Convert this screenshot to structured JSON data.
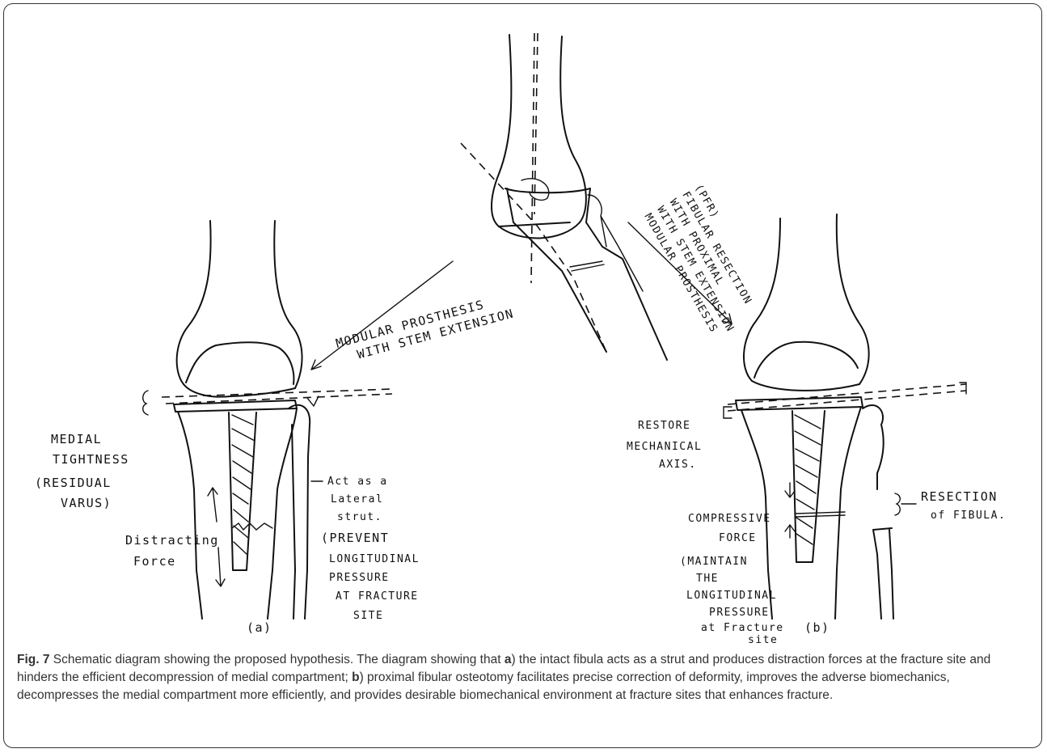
{
  "figure": {
    "labels": {
      "modular_prosthesis_a_line1": "MODULAR PROSTHESIS",
      "modular_prosthesis_a_line2": "WITH STEM EXTENSION",
      "modular_prosthesis_b_line1": "MODULAR PROSTHESIS",
      "modular_prosthesis_b_line2": "WITH STEM EXTENSION",
      "modular_prosthesis_b_line3": "WITH PROXIMAL",
      "modular_prosthesis_b_line4": "FIBULAR RESECTION",
      "modular_prosthesis_b_line5": "(PFR)",
      "medial_tightness_line1": "MEDIAL",
      "medial_tightness_line2": "TIGHTNESS",
      "medial_tightness_line3": "(RESIDUAL",
      "medial_tightness_line4": "VARUS)",
      "distracting_force_line1": "Distracting",
      "distracting_force_line2": "Force",
      "lateral_strut_line1": "Act as a",
      "lateral_strut_line2": "Lateral",
      "lateral_strut_line3": "strut.",
      "prevent_line1": "(PREVENT",
      "prevent_line2": "LONGITUDINAL",
      "prevent_line3": "PRESSURE",
      "prevent_line4": "AT FRACTURE",
      "prevent_line5": "SITE",
      "restore_line1": "RESTORE",
      "restore_line2": "MECHANICAL",
      "restore_line3": "AXIS.",
      "compressive_line1": "COMPRESSIVE",
      "compressive_line2": "FORCE",
      "maintain_line1": "(MAINTAIN",
      "maintain_line2": "THE",
      "maintain_line3": "LONGITUDINAL",
      "maintain_line4": "PRESSURE",
      "maintain_line5": "at Fracture",
      "maintain_line6": "site",
      "resection_line1": "RESECTION",
      "resection_line2": "of FIBULA.",
      "panel_a": "(a)",
      "panel_b": "(b)"
    }
  },
  "caption": {
    "fig_label": "Fig. 7",
    "text_1": " Schematic diagram showing the proposed hypothesis. The diagram showing that ",
    "a_label": "a",
    "text_2": ") the intact fibula acts as a strut and produces distraction forces at the fracture site and hinders the efficient decompression of medial compartment; ",
    "b_label": "b",
    "text_3": ") proximal fibular osteotomy facilitates precise correction of deformity, improves the adverse biomechanics, decompresses the medial compartment more efficiently, and provides desirable biomechanical environment at fracture sites that enhances fracture."
  }
}
